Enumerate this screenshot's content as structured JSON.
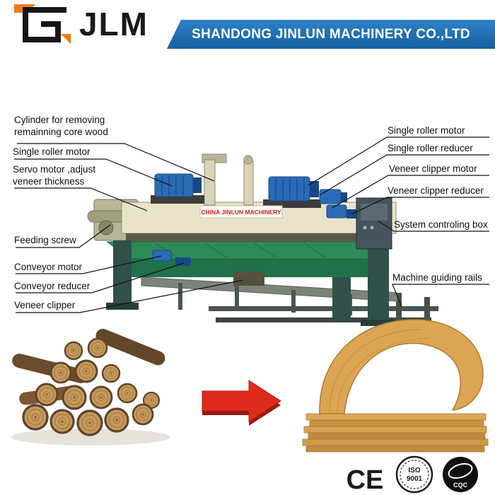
{
  "header": {
    "logo_text": "JLM",
    "company_name": "SHANDONG JINLUN MACHINERY CO.,LTD"
  },
  "machine": {
    "nameplate": "CHINA JINLUN MACHINERY"
  },
  "labels_left": [
    "Cylinder for removing\nremainning core wood",
    "Single roller motor",
    "Servo motor ,adjust\nveneer thickness",
    "Feeding screw",
    "Conveyor motor",
    "Conveyor reducer",
    "Veneer clipper"
  ],
  "labels_right": [
    "Single roller motor",
    "Single roller reducer",
    "Veneer clipper motor",
    "Veneer clipper reducer",
    "System controling box",
    "Machine guiding rails"
  ],
  "certifications": {
    "ce": "CE",
    "iso_line1": "ISO",
    "iso_line2": "9001",
    "cqc": "CQC"
  },
  "colors": {
    "banner_blue": "#1d6cb0",
    "accent_orange": "#ee7b17",
    "arrow_red": "#df2b1c",
    "conveyor_green": "#2e8b57",
    "machine_cream": "#e9e4c9",
    "motor_blue": "#2a6bb5"
  }
}
